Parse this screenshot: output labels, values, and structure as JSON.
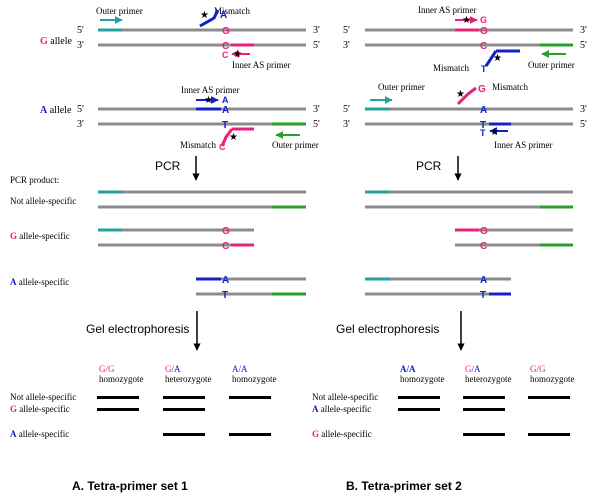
{
  "colors": {
    "strand": "#8c8c8c",
    "teal": "#26a0a0",
    "pink": "#e8207a",
    "blue": "#1520c8",
    "green": "#2aa02a",
    "black": "#000000"
  },
  "labels": {
    "outer_primer": "Outer primer",
    "inner_as_primer": "Inner AS primer",
    "mismatch": "Mismatch",
    "g_letter": "G",
    "a_letter": "A",
    "allele_word": " allele",
    "five": "5'",
    "three": "3'",
    "pcr": "PCR",
    "pcr_product": "PCR product:",
    "not_allele_specific": "Not allele-specific",
    "allele_specific": " allele-specific",
    "gel": "Gel electrophoresis",
    "homozygote": "homozygote",
    "heterozygote": "heterozygote",
    "gg": "G/G",
    "ga_g": "G",
    "ga_a": "/A",
    "aa": "A/A",
    "c": "C",
    "t": "T"
  },
  "panels": {
    "a": {
      "caption": "A. Tetra-primer set 1"
    },
    "b": {
      "caption": "B. Tetra-primer set 2"
    }
  }
}
